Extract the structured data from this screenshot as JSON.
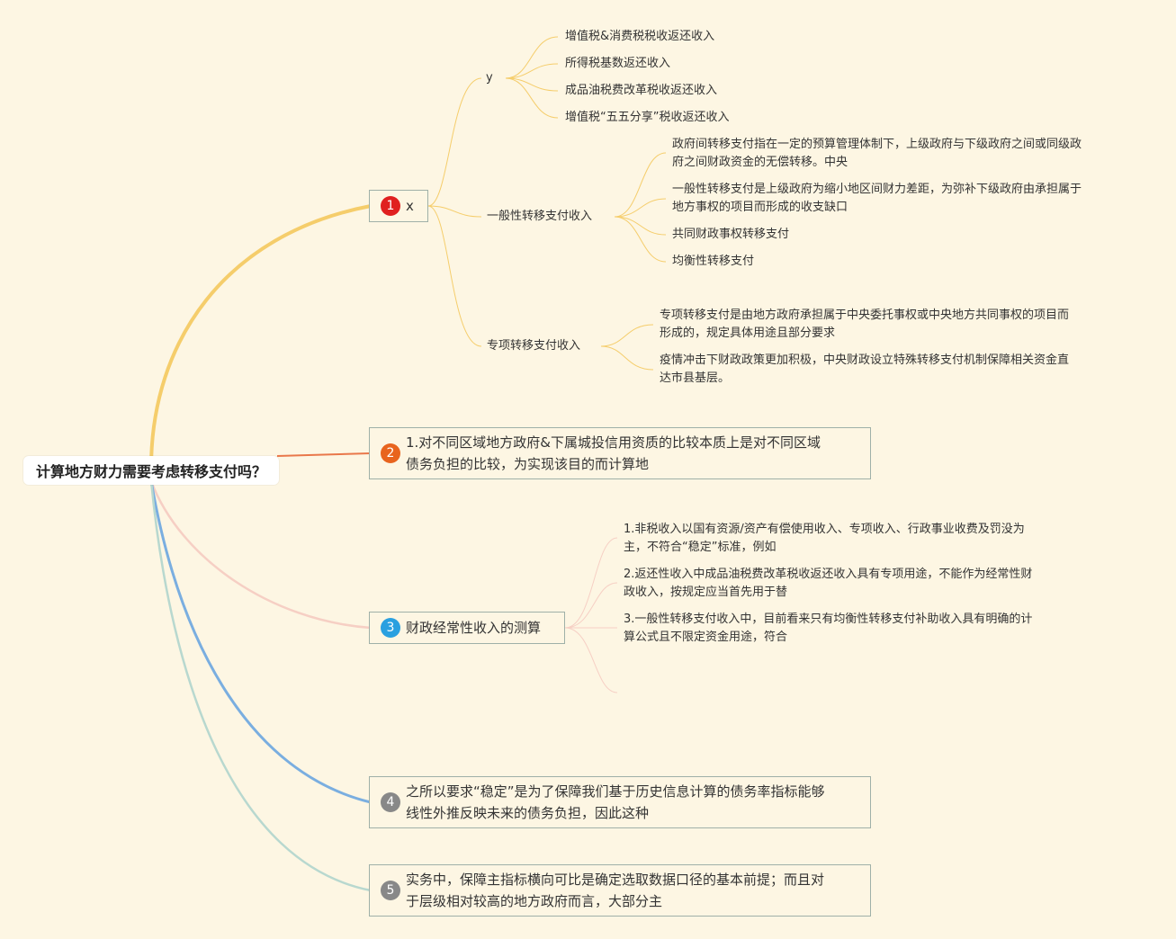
{
  "colors": {
    "background": "#fdf6e3",
    "branch1": "#f5cd6b",
    "branch2": "#e9774a",
    "branch3": "#f6cfc4",
    "branch4": "#7aaee0",
    "branch5": "#b8d8cf",
    "badge1": "#e02020",
    "badge2": "#e8641e",
    "badge3": "#2aa0e0",
    "badge4": "#888888",
    "badge5": "#888888"
  },
  "root": {
    "label": "计算地方财力需要考虑转移支付吗？"
  },
  "branches": [
    {
      "number": "1",
      "label": "x",
      "children": [
        {
          "label": "y",
          "children": [
            "增值税&消费税税收返还收入",
            "所得税基数返还收入",
            "成品油税费改革税收返还收入",
            "增值税“五五分享”税收返还收入"
          ]
        },
        {
          "label": "一般性转移支付收入",
          "children": [
            "政府间转移支付指在一定的预算管理体制下，上级政府与下级政府之间或同级政\n府之间财政资金的无偿转移。中央",
            "一般性转移支付是上级政府为缩小地区间财力差距，为弥补下级政府由承担属于\n地方事权的项目而形成的收支缺口",
            "共同财政事权转移支付",
            "均衡性转移支付"
          ]
        },
        {
          "label": "专项转移支付收入",
          "children": [
            "专项转移支付是由地方政府承担属于中央委托事权或中央地方共同事权的项目而\n形成的，规定具体用途且部分要求",
            "疫情冲击下财政政策更加积极，中央财政设立特殊转移支付机制保障相关资金直\n达市县基层。"
          ]
        }
      ]
    },
    {
      "number": "2",
      "label": "1.对不同区域地方政府&下属城投信用资质的比较本质上是对不同区域\n债务负担的比较，为实现该目的而计算地"
    },
    {
      "number": "3",
      "label": "财政经常性收入的测算",
      "children": [
        "1.非税收入以国有资源/资产有偿使用收入、专项收入、行政事业收费及罚没为\n主，不符合“稳定”标准，例如",
        "2.返还性收入中成品油税费改革税收返还收入具有专项用途，不能作为经常性财\n政收入，按规定应当首先用于替",
        "3.一般性转移支付收入中，目前看来只有均衡性转移支付补助收入具有明确的计\n算公式且不限定资金用途，符合"
      ]
    },
    {
      "number": "4",
      "label": "之所以要求“稳定”是为了保障我们基于历史信息计算的债务率指标能够\n线性外推反映未来的债务负担，因此这种"
    },
    {
      "number": "5",
      "label": "实务中，保障主指标横向可比是确定选取数据口径的基本前提；而且对\n于层级相对较高的地方政府而言，大部分主"
    }
  ]
}
